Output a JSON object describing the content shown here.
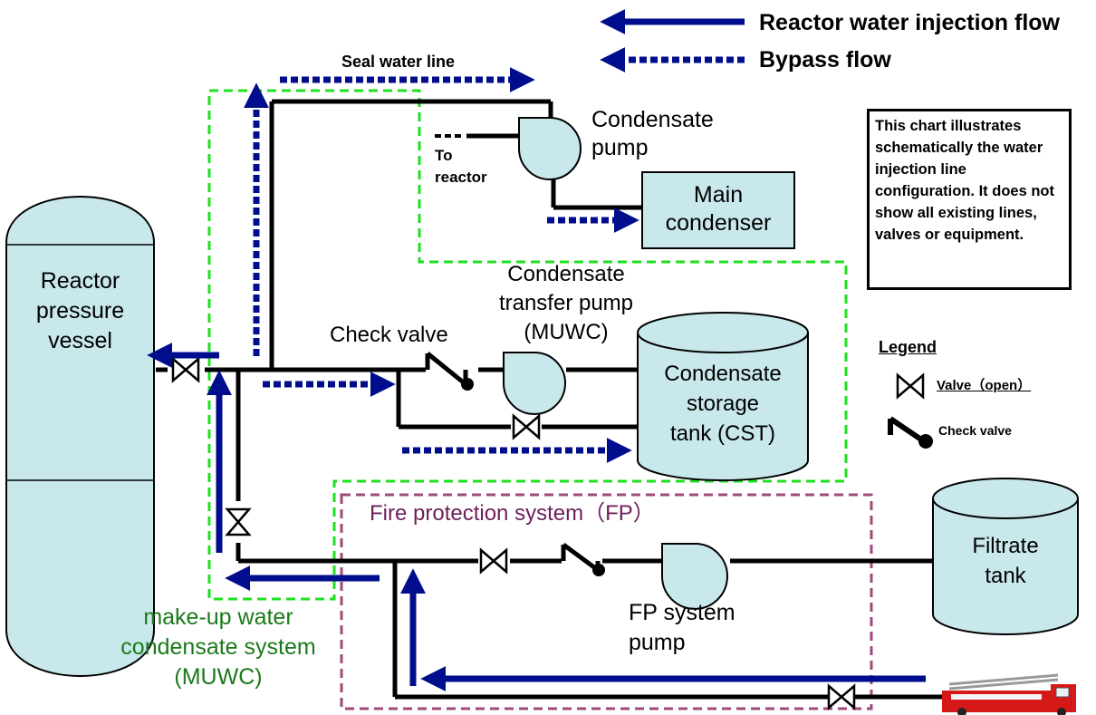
{
  "colors": {
    "flow_arrow": "#000d8c",
    "equipment_fill": "#c9e8ec",
    "muwc_boundary": "#1fe01f",
    "fp_boundary": "#a04a78",
    "muwc_text": "#1a7a1a",
    "fp_text": "#6d1f5a"
  },
  "flow_legend": {
    "injection_label": "Reactor water injection flow",
    "bypass_label": "Bypass flow"
  },
  "labels": {
    "seal_water_line": "Seal water line",
    "to_reactor_line1": "To",
    "to_reactor_line2": "reactor",
    "condensate_pump_line1": "Condensate",
    "condensate_pump_line2": "pump",
    "main_condenser_line1": "Main",
    "main_condenser_line2": "condenser",
    "rpv_line1": "Reactor",
    "rpv_line2": "pressure",
    "rpv_line3": "vessel",
    "transfer_pump_line1": "Condensate",
    "transfer_pump_line2": "transfer pump",
    "transfer_pump_line3": "(MUWC)",
    "check_valve": "Check valve",
    "cst_line1": "Condensate",
    "cst_line2": "storage",
    "cst_line3": "tank (CST)",
    "fire_protection_system": "Fire protection system（FP）",
    "filtrate_tank_line1": "Filtrate",
    "filtrate_tank_line2": "tank",
    "fp_pump_line1": "FP system",
    "fp_pump_line2": "pump",
    "muwc_line1": "make-up water",
    "muwc_line2": "condensate system",
    "muwc_line3": "(MUWC)"
  },
  "note": "This chart illustrates schematically the water injection line configuration. It does not show all existing lines, valves or equipment.",
  "symbol_legend": {
    "title": "Legend",
    "valve_label": "Valve（open）",
    "check_valve_label": "Check valve"
  },
  "icons": [
    "valve-icon",
    "check-valve-icon",
    "pump-icon",
    "fire-truck-icon"
  ]
}
